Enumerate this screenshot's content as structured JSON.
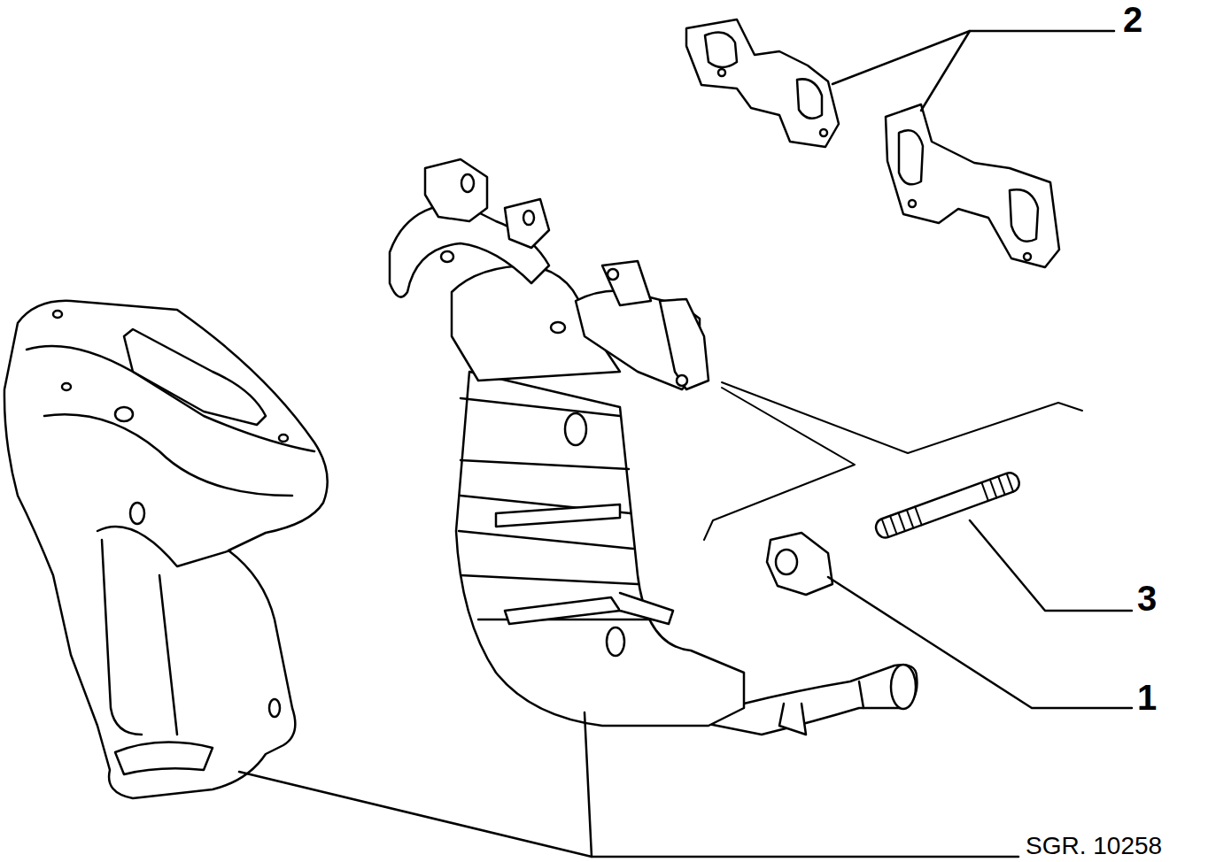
{
  "diagram": {
    "labels": [
      "2",
      "3",
      "1",
      "SGR. 10258"
    ]
  }
}
